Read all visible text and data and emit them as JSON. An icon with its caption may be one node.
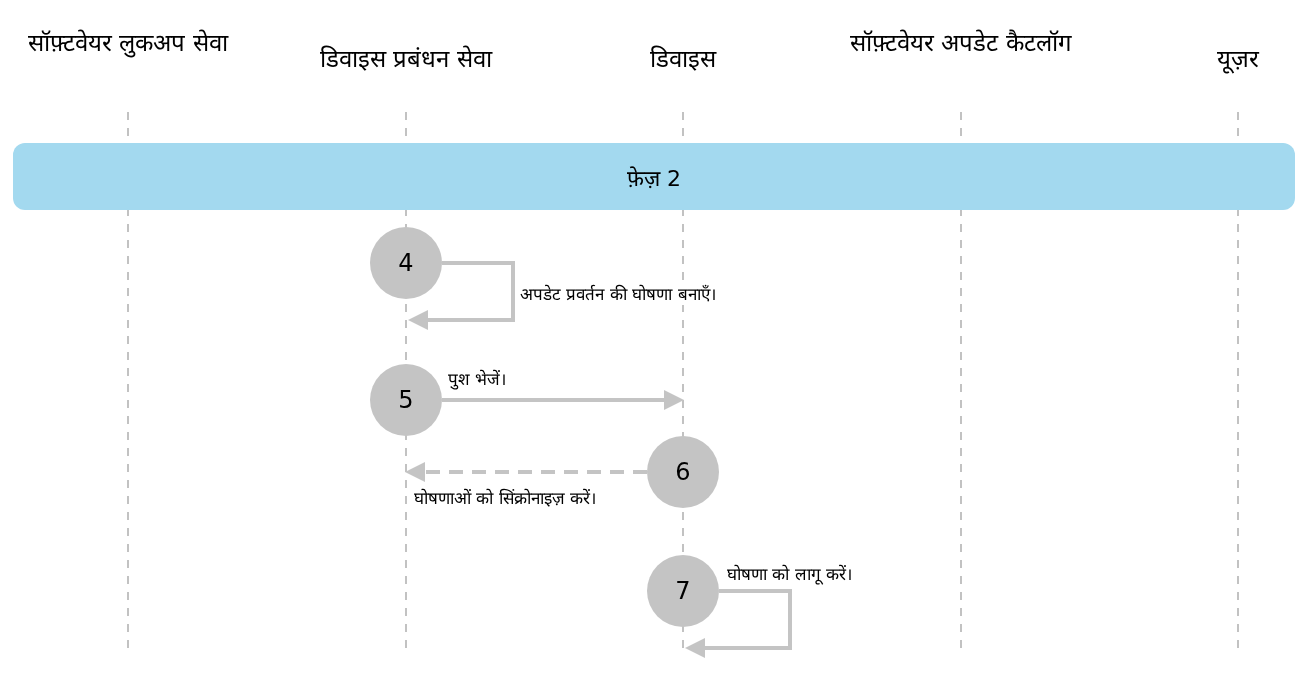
{
  "diagram": {
    "nodes": [
      {
        "text": [
          "सॉफ़्टवेयर लुकअप सेवा"
        ]
      },
      {
        "text": [
          "डिवाइस प्रबंधन सेवा"
        ]
      },
      {
        "text": [
          "डिवाइस"
        ]
      },
      {
        "text": [
          "सॉफ़्टवेयर अपडेट कैटलॉग"
        ]
      },
      {
        "text": [
          "यूज़र"
        ]
      },
      {
        "text": [
          "फ़ेज़ 2"
        ]
      },
      {
        "text": [
          "4"
        ]
      },
      {
        "text": [
          "5"
        ]
      },
      {
        "text": [
          "6"
        ]
      },
      {
        "text": [
          "7"
        ]
      }
    ],
    "edges": [
      {
        "from": 6,
        "to": 6,
        "arrow": "to",
        "label": "अपडेट प्रवर्तन की घोषणा बनाएँ।"
      },
      {
        "from": 7,
        "to": 8,
        "arrow": "to",
        "label": "पुश भेजें।"
      },
      {
        "from": 8,
        "to": 7,
        "arrow": "to",
        "label": "घोषणाओं को सिंक्रोनाइज़ करें।",
        "style": "dashed"
      },
      {
        "from": 9,
        "to": 9,
        "arrow": "to",
        "label": "घोषणा को लागू करें।"
      }
    ]
  }
}
